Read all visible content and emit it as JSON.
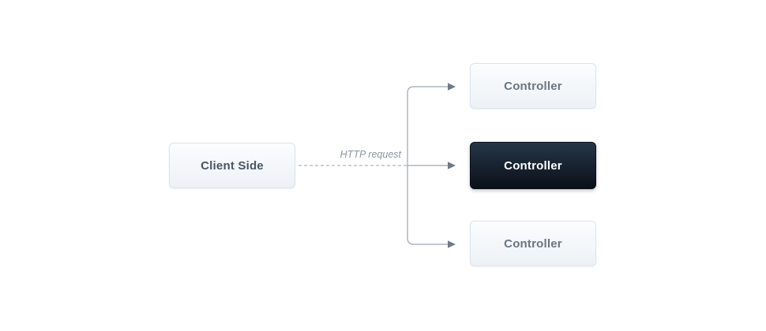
{
  "diagram": {
    "client_box": {
      "label": "Client Side"
    },
    "arrow_label": "HTTP request",
    "controllers": [
      {
        "label": "Controller",
        "variant": "light"
      },
      {
        "label": "Controller",
        "variant": "dark"
      },
      {
        "label": "Controller",
        "variant": "light"
      }
    ],
    "colors": {
      "background": "#ffffff",
      "light_box_border": "#dde4ec",
      "light_box_gradient_top": "#fbfdfe",
      "light_box_gradient_bottom": "#edf1f6",
      "dark_box_gradient_top": "#263648",
      "dark_box_gradient_bottom": "#0b1018",
      "client_text": "#4a5563",
      "light_controller_text": "#6b7582",
      "dark_controller_text": "#ffffff",
      "solid_line": "#aeb6c1",
      "dashed_line": "#bac1cb",
      "arrowhead": "#6f7a88",
      "arrow_label_text": "#8b94a1"
    }
  }
}
